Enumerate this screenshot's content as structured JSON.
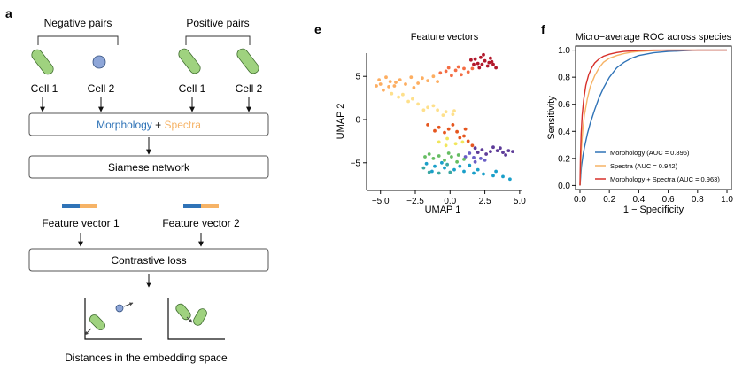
{
  "panel_a": {
    "label": "a",
    "negative_pairs": "Negative pairs",
    "positive_pairs": "Positive pairs",
    "cell1": "Cell 1",
    "cell2": "Cell 2",
    "morphology": "Morphology",
    "plus": "+",
    "spectra": "Spectra",
    "siamese": "Siamese network",
    "fv1": "Feature vector 1",
    "fv2": "Feature vector 2",
    "contrastive": "Contrastive loss",
    "distances": "Distances in the embedding space",
    "colors": {
      "cell_green": "#9fd27f",
      "cell_blue": "#8ea6d8",
      "morph_blue": "#2f73b7",
      "spectra_orange": "#f6b366"
    }
  },
  "chart_data": [
    {
      "type": "scatter",
      "panel_label": "e",
      "title": "Feature vectors",
      "xlabel": "UMAP 1",
      "ylabel": "UMAP 2",
      "xlim": [
        -6,
        5.2
      ],
      "ylim": [
        -8.2,
        8.2
      ],
      "xticks": [
        -5.0,
        -2.5,
        0.0,
        2.5,
        5.0
      ],
      "xtick_labels": [
        "−5.0",
        "−2.5",
        "0.0",
        "2.5",
        "5.0"
      ],
      "yticks": [
        -5,
        0,
        5
      ],
      "ytick_labels": [
        "−5",
        "0",
        "5"
      ],
      "grid": false,
      "series": [
        {
          "color": "#b2182b",
          "points": [
            [
              1.8,
              7.0
            ],
            [
              2.2,
              7.2
            ],
            [
              2.5,
              6.8
            ],
            [
              2.9,
              7.1
            ],
            [
              3.1,
              6.4
            ],
            [
              2.7,
              6.2
            ],
            [
              2.0,
              6.5
            ],
            [
              1.5,
              6.9
            ],
            [
              2.4,
              7.5
            ],
            [
              3.3,
              6.0
            ],
            [
              2.1,
              6.0
            ],
            [
              1.7,
              6.4
            ],
            [
              2.8,
              6.6
            ],
            [
              2.3,
              6.4
            ],
            [
              3.0,
              6.7
            ]
          ]
        },
        {
          "color": "#f46d43",
          "points": [
            [
              1.0,
              5.9
            ],
            [
              0.4,
              5.7
            ],
            [
              -0.3,
              5.6
            ],
            [
              0.8,
              5.2
            ],
            [
              1.3,
              5.5
            ],
            [
              0.1,
              5.1
            ],
            [
              -0.7,
              5.4
            ],
            [
              0.6,
              6.1
            ],
            [
              1.6,
              5.9
            ],
            [
              -0.1,
              6.0
            ]
          ]
        },
        {
          "color": "#fdae61",
          "points": [
            [
              -1.2,
              5.0
            ],
            [
              -2.0,
              4.8
            ],
            [
              -2.8,
              4.9
            ],
            [
              -3.6,
              4.6
            ],
            [
              -4.3,
              4.4
            ],
            [
              -5.0,
              4.1
            ],
            [
              -5.3,
              3.9
            ],
            [
              -4.8,
              3.4
            ],
            [
              -4.0,
              3.9
            ],
            [
              -3.2,
              4.1
            ],
            [
              -2.3,
              4.2
            ],
            [
              -1.6,
              4.5
            ],
            [
              -0.9,
              4.4
            ],
            [
              -4.6,
              4.9
            ],
            [
              -3.9,
              4.3
            ],
            [
              -2.6,
              3.7
            ],
            [
              -5.1,
              4.6
            ],
            [
              -4.4,
              3.8
            ]
          ]
        },
        {
          "color": "#fee08b",
          "points": [
            [
              -4.2,
              3.0
            ],
            [
              -3.7,
              2.6
            ],
            [
              -3.0,
              2.1
            ],
            [
              -2.3,
              1.8
            ],
            [
              -1.6,
              1.4
            ],
            [
              -0.9,
              1.1
            ],
            [
              -0.3,
              0.9
            ],
            [
              0.2,
              0.6
            ],
            [
              -2.7,
              2.4
            ],
            [
              -3.4,
              2.9
            ],
            [
              -1.2,
              1.6
            ],
            [
              -0.5,
              0.5
            ],
            [
              0.3,
              1.0
            ],
            [
              -1.9,
              1.1
            ]
          ]
        },
        {
          "color": "#e5561f",
          "points": [
            [
              -1.6,
              -0.6
            ],
            [
              -0.8,
              -0.9
            ],
            [
              -0.1,
              -1.1
            ],
            [
              0.5,
              -1.4
            ],
            [
              1.0,
              -1.9
            ],
            [
              1.3,
              -2.5
            ],
            [
              1.6,
              -3.0
            ],
            [
              0.2,
              -0.6
            ],
            [
              -1.1,
              -1.3
            ],
            [
              0.7,
              -2.1
            ],
            [
              -0.4,
              -1.5
            ],
            [
              1.1,
              -1.1
            ]
          ]
        },
        {
          "color": "#f1e65a",
          "points": [
            [
              0.4,
              -2.8
            ],
            [
              -0.3,
              -3.0
            ],
            [
              -0.8,
              -2.6
            ],
            [
              0.9,
              -2.6
            ],
            [
              -0.2,
              -2.2
            ]
          ]
        },
        {
          "color": "#5e3c99",
          "points": [
            [
              1.8,
              -3.3
            ],
            [
              2.3,
              -3.5
            ],
            [
              2.9,
              -3.7
            ],
            [
              3.4,
              -3.6
            ],
            [
              3.8,
              -3.8
            ],
            [
              4.2,
              -3.6
            ],
            [
              4.5,
              -3.7
            ],
            [
              3.1,
              -3.2
            ],
            [
              2.6,
              -4.0
            ],
            [
              4.0,
              -4.1
            ],
            [
              3.6,
              -3.3
            ],
            [
              2.0,
              -3.8
            ]
          ]
        },
        {
          "color": "#6a5fc6",
          "points": [
            [
              1.4,
              -3.9
            ],
            [
              1.7,
              -4.4
            ],
            [
              2.2,
              -4.5
            ],
            [
              1.1,
              -4.3
            ],
            [
              1.8,
              -4.9
            ],
            [
              2.5,
              -4.7
            ]
          ]
        },
        {
          "color": "#66bd63",
          "points": [
            [
              -1.5,
              -4.0
            ],
            [
              -0.8,
              -4.2
            ],
            [
              0.1,
              -4.3
            ],
            [
              0.6,
              -4.1
            ],
            [
              1.0,
              -4.6
            ],
            [
              0.5,
              -4.9
            ],
            [
              -0.4,
              -4.7
            ],
            [
              -1.2,
              -4.5
            ],
            [
              -0.1,
              -3.9
            ],
            [
              -1.8,
              -4.3
            ]
          ]
        },
        {
          "color": "#1a9fc9",
          "points": [
            [
              -1.7,
              -5.1
            ],
            [
              -1.1,
              -5.4
            ],
            [
              -0.4,
              -5.6
            ],
            [
              0.3,
              -5.8
            ],
            [
              1.0,
              -6.0
            ],
            [
              1.7,
              -6.2
            ],
            [
              2.4,
              -6.3
            ],
            [
              3.1,
              -6.5
            ],
            [
              3.8,
              -6.6
            ],
            [
              4.3,
              -6.9
            ],
            [
              -1.3,
              -6.0
            ],
            [
              -0.6,
              -5.0
            ],
            [
              0.7,
              -5.4
            ],
            [
              2.0,
              -5.8
            ],
            [
              3.3,
              -6.0
            ],
            [
              1.4,
              -5.3
            ]
          ]
        },
        {
          "color": "#3ba7a2",
          "points": [
            [
              -1.9,
              -5.6
            ],
            [
              -1.5,
              -6.1
            ],
            [
              -0.8,
              -6.2
            ],
            [
              0.0,
              -6.1
            ],
            [
              -0.2,
              -5.2
            ]
          ]
        }
      ]
    },
    {
      "type": "line",
      "panel_label": "f",
      "title": "Micro−average ROC across species",
      "xlabel": "1 − Specificity",
      "ylabel": "Sensitivity",
      "xlim": [
        -0.03,
        1.03
      ],
      "ylim": [
        -0.03,
        1.03
      ],
      "xticks": [
        0.0,
        0.2,
        0.4,
        0.6,
        0.8,
        1.0
      ],
      "xtick_labels": [
        "0.0",
        "0.2",
        "0.4",
        "0.6",
        "0.8",
        "1.0"
      ],
      "yticks": [
        0.0,
        0.2,
        0.4,
        0.6,
        0.8,
        1.0
      ],
      "ytick_labels": [
        "0.0",
        "0.2",
        "0.4",
        "0.6",
        "0.8",
        "1.0"
      ],
      "grid": false,
      "legend": "bottom-right",
      "series": [
        {
          "name": "Morphology (AUC = 0.896)",
          "color": "#2f73b7",
          "x": [
            0.0,
            0.005,
            0.01,
            0.02,
            0.03,
            0.05,
            0.07,
            0.1,
            0.13,
            0.16,
            0.2,
            0.25,
            0.3,
            0.35,
            0.4,
            0.5,
            0.6,
            0.7,
            0.8,
            0.9,
            1.0
          ],
          "y": [
            0.0,
            0.07,
            0.14,
            0.22,
            0.28,
            0.38,
            0.46,
            0.56,
            0.65,
            0.72,
            0.8,
            0.87,
            0.91,
            0.94,
            0.96,
            0.98,
            0.99,
            0.995,
            1.0,
            1.0,
            1.0
          ]
        },
        {
          "name": "Spectra (AUC = 0.942)",
          "color": "#f6b366",
          "x": [
            0.0,
            0.005,
            0.01,
            0.02,
            0.03,
            0.05,
            0.07,
            0.1,
            0.13,
            0.16,
            0.2,
            0.25,
            0.3,
            0.35,
            0.4,
            0.5,
            0.6,
            0.7,
            0.8,
            0.9,
            1.0
          ],
          "y": [
            0.0,
            0.15,
            0.28,
            0.42,
            0.52,
            0.64,
            0.73,
            0.81,
            0.87,
            0.91,
            0.94,
            0.96,
            0.975,
            0.985,
            0.99,
            0.996,
            1.0,
            1.0,
            1.0,
            1.0,
            1.0
          ]
        },
        {
          "name": "Morphology + Spectra (AUC = 0.963)",
          "color": "#d7302a",
          "x": [
            0.0,
            0.003,
            0.008,
            0.015,
            0.025,
            0.04,
            0.06,
            0.08,
            0.1,
            0.13,
            0.16,
            0.2,
            0.25,
            0.3,
            0.35,
            0.4,
            0.5,
            0.6,
            0.7,
            0.8,
            0.9,
            1.0
          ],
          "y": [
            0.0,
            0.2,
            0.38,
            0.52,
            0.63,
            0.74,
            0.82,
            0.87,
            0.905,
            0.935,
            0.955,
            0.97,
            0.982,
            0.99,
            0.994,
            0.997,
            1.0,
            1.0,
            1.0,
            1.0,
            1.0,
            1.0
          ]
        }
      ]
    }
  ]
}
